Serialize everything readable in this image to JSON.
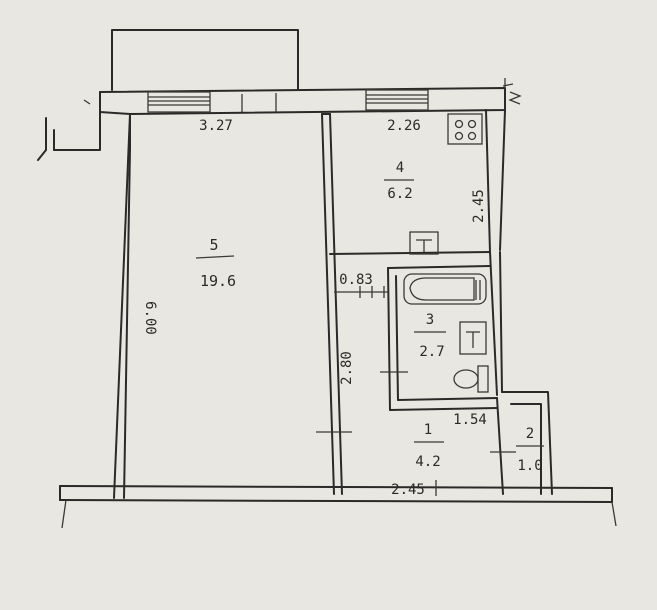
{
  "rooms": [
    {
      "number": "5",
      "area": "19.6"
    },
    {
      "number": "4",
      "area": "6.2"
    },
    {
      "number": "3",
      "area": "2.7"
    },
    {
      "number": "1",
      "area": "4.2"
    },
    {
      "number": "2",
      "area": "1.0"
    }
  ],
  "dimensions": {
    "room5_width": "3.27",
    "room4_width": "2.26",
    "room4_depth": "2.45",
    "bath_offset": "0.83",
    "room5_length": "6.00",
    "hall_partition": "2.80",
    "bath_width": "1.54",
    "hall_width": "2.45"
  },
  "colors": {
    "paper": "#e9e7e1",
    "ink": "#2b2a28"
  }
}
